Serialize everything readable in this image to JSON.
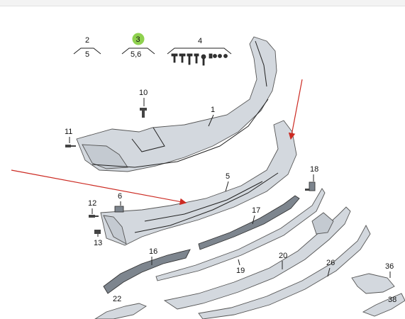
{
  "callouts": {
    "c1": "1",
    "c2": "2",
    "c3": "3",
    "c4": "4",
    "c5": "5",
    "c6": "6",
    "c10": "10",
    "c11": "11",
    "c12": "12",
    "c13": "13",
    "c16": "16",
    "c17": "17",
    "c18": "18",
    "c19": "19",
    "c20": "20",
    "c22": "22",
    "c26": "26",
    "c36": "36",
    "c38": "38"
  },
  "group_labels": {
    "g2": "5",
    "g3": "5,6"
  },
  "colors": {
    "highlight": "#8fd14f",
    "arrow": "#cc2a22"
  }
}
